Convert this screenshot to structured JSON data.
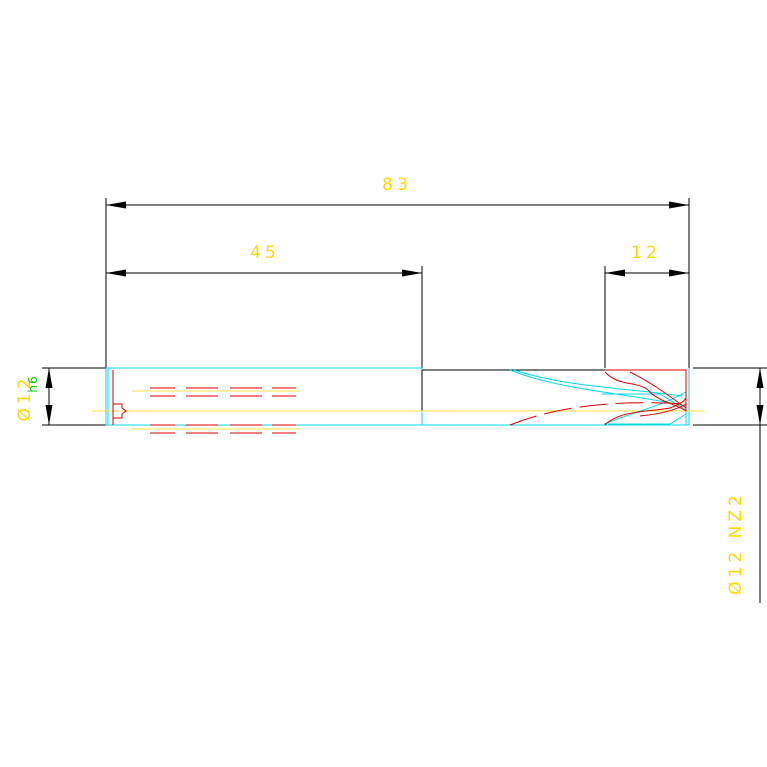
{
  "dimensions": {
    "overall_length": "83",
    "left_section_length": "45",
    "right_section_length": "12",
    "left_diameter": "Ø12",
    "left_diameter_tolerance": "h6",
    "right_diameter": "Ø12 NZ2"
  },
  "colors": {
    "dimension_text": "#ffd800",
    "tolerance_text": "#00cc00",
    "outline_cyan": "#00d8e8",
    "hidden_red": "#e00000",
    "centerline": "#ffe040",
    "dimension_line": "#000000"
  }
}
